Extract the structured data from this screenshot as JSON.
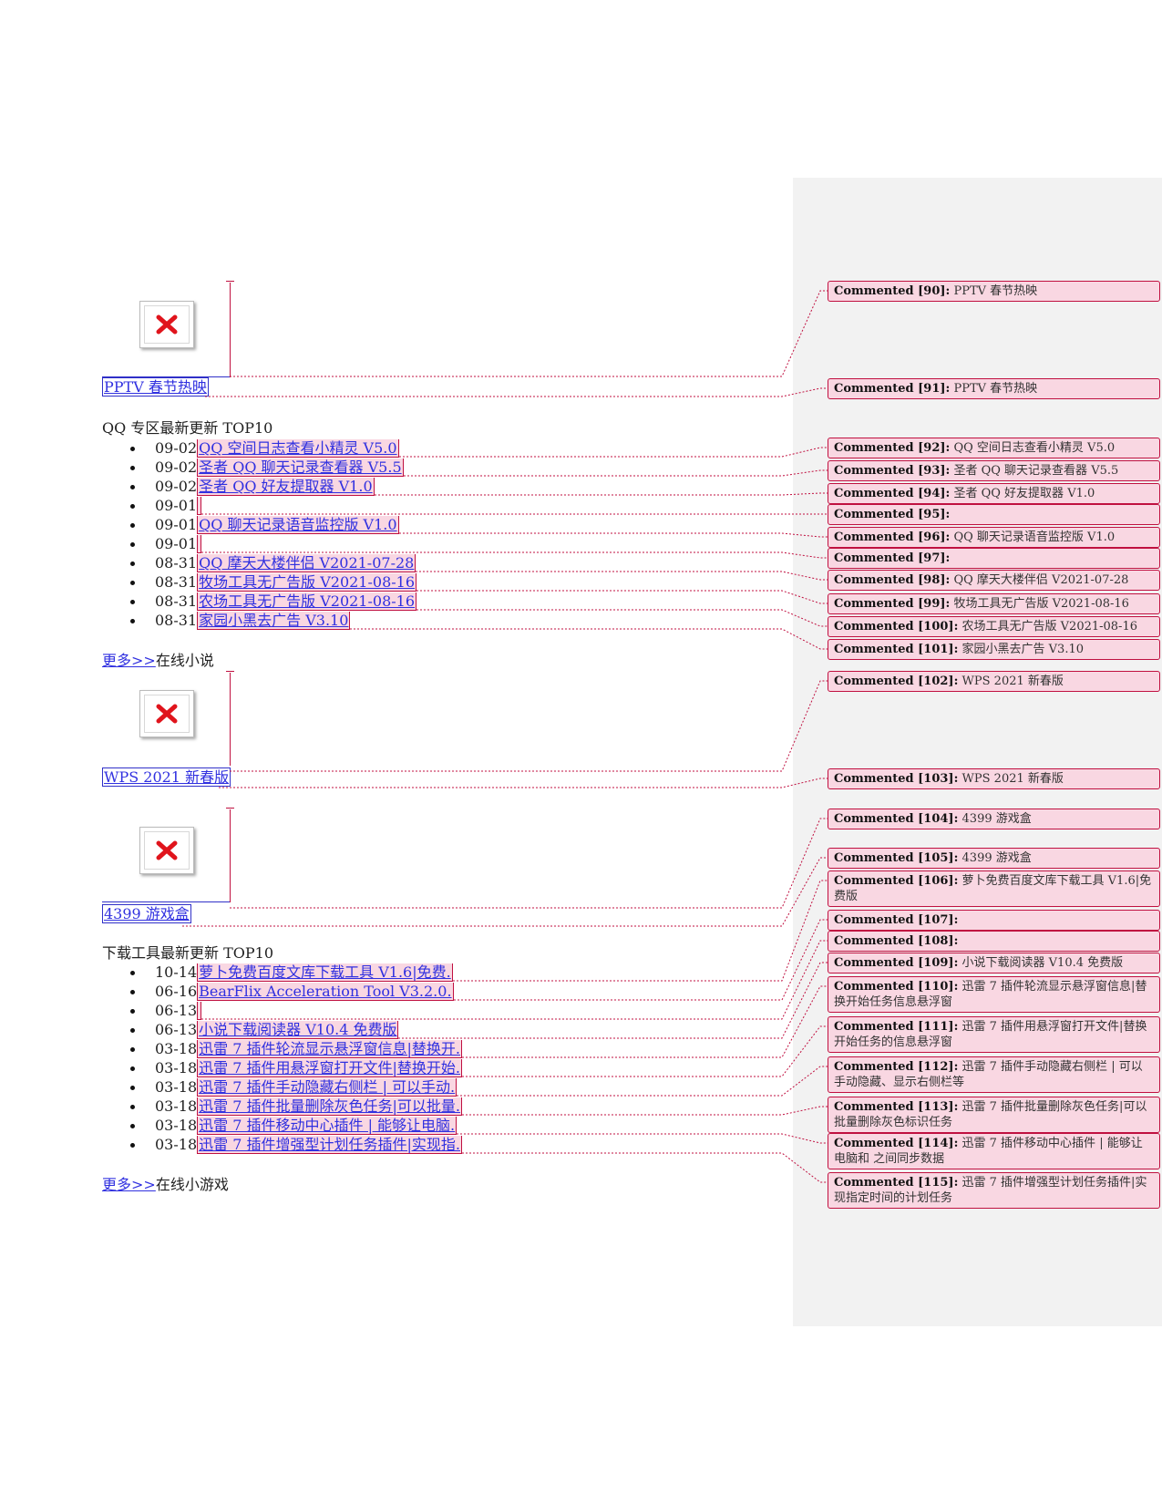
{
  "sections": {
    "pptv_link": "PPTV 春节热映",
    "qq_heading": "QQ 专区最新更新 TOP10",
    "qq_items": [
      {
        "date": "09-02",
        "title": "QQ 空间日志查看小精灵  V5.0"
      },
      {
        "date": "09-02",
        "title": "圣者 QQ 聊天记录查看器  V5.5"
      },
      {
        "date": "09-02",
        "title": "圣者 QQ 好友提取器  V1.0"
      },
      {
        "date": "09-01",
        "title": ""
      },
      {
        "date": "09-01",
        "title": "QQ 聊天记录语音监控版  V1.0"
      },
      {
        "date": "09-01",
        "title": ""
      },
      {
        "date": "08-31",
        "title": "QQ 摩天大楼伴侣  V2021-07-28"
      },
      {
        "date": "08-31",
        "title": "牧场工具无广告版  V2021-08-16"
      },
      {
        "date": "08-31",
        "title": "农场工具无广告版  V2021-08-16"
      },
      {
        "date": "08-31",
        "title": "家园小黑去广告  V3.10"
      }
    ],
    "more1_link": "更多>>",
    "more1_after": "在线小说",
    "wps_link": "WPS 2021 新春版",
    "game_link": "4399 游戏盒",
    "dl_heading": "下载工具最新更新 TOP10",
    "dl_items": [
      {
        "date": "10-14",
        "title": "萝卜免费百度文库下载工具  V1.6|免费."
      },
      {
        "date": "06-16",
        "title": "BearFlix Acceleration Tool V3.2.0."
      },
      {
        "date": "06-13",
        "title": ""
      },
      {
        "date": "06-13",
        "title": "小说下载阅读器  V10.4  免费版"
      },
      {
        "date": "03-18",
        "title": "迅雷 7 插件轮流显示悬浮窗信息|替换开."
      },
      {
        "date": "03-18",
        "title": "迅雷 7 插件用悬浮窗打开文件|替换开始."
      },
      {
        "date": "03-18",
        "title": "迅雷 7 插件手动隐藏右侧栏 | 可以手动."
      },
      {
        "date": "03-18",
        "title": "迅雷 7 插件批量删除灰色任务|可以批量."
      },
      {
        "date": "03-18",
        "title": "迅雷 7 插件移动中心插件 | 能够让电脑."
      },
      {
        "date": "03-18",
        "title": "迅雷 7 插件增强型计划任务插件|实现指."
      }
    ],
    "more2_link": "更多>>",
    "more2_after": "在线小游戏"
  },
  "comments": [
    {
      "label": "Commented [90]:",
      "text": "PPTV 春节热映"
    },
    {
      "label": "Commented [91]:",
      "text": "PPTV 春节热映"
    },
    {
      "label": "Commented [92]:",
      "text": "QQ 空间日志查看小精灵  V5.0"
    },
    {
      "label": "Commented [93]:",
      "text": "圣者 QQ 聊天记录查看器  V5.5"
    },
    {
      "label": "Commented [94]:",
      "text": "圣者 QQ 好友提取器  V1.0"
    },
    {
      "label": "Commented [95]:",
      "text": ""
    },
    {
      "label": "Commented [96]:",
      "text": "QQ 聊天记录语音监控版  V1.0"
    },
    {
      "label": "Commented [97]:",
      "text": ""
    },
    {
      "label": "Commented [98]:",
      "text": "QQ 摩天大楼伴侣  V2021-07-28"
    },
    {
      "label": "Commented [99]:",
      "text": "牧场工具无广告版  V2021-08-16"
    },
    {
      "label": "Commented [100]:",
      "text": "农场工具无广告版  V2021-08-16"
    },
    {
      "label": "Commented [101]:",
      "text": "家园小黑去广告  V3.10"
    },
    {
      "label": "Commented [102]:",
      "text": "WPS 2021 新春版"
    },
    {
      "label": "Commented [103]:",
      "text": "WPS 2021 新春版"
    },
    {
      "label": "Commented [104]:",
      "text": "4399 游戏盒"
    },
    {
      "label": "Commented [105]:",
      "text": "4399 游戏盒"
    },
    {
      "label": "Commented [106]:",
      "text": "萝卜免费百度文库下载工具  V1.6|免费版"
    },
    {
      "label": "Commented [107]:",
      "text": ""
    },
    {
      "label": "Commented [108]:",
      "text": ""
    },
    {
      "label": "Commented [109]:",
      "text": "小说下载阅读器  V10.4  免费版"
    },
    {
      "label": "Commented [110]:",
      "text": "迅雷 7 插件轮流显示悬浮窗信息|替换开始任务信息悬浮窗"
    },
    {
      "label": "Commented [111]:",
      "text": "迅雷 7 插件用悬浮窗打开文件|替换开始任务的信息悬浮窗"
    },
    {
      "label": "Commented [112]:",
      "text": "迅雷 7 插件手动隐藏右侧栏 | 可以手动隐藏、显示右侧栏等"
    },
    {
      "label": "Commented [113]:",
      "text": "迅雷 7 插件批量删除灰色任务|可以批量删除灰色标识任务"
    },
    {
      "label": "Commented [114]:",
      "text": "迅雷 7 插件移动中心插件 | 能够让电脑和    之间同步数据"
    },
    {
      "label": "Commented [115]:",
      "text": "迅雷 7 插件增强型计划任务插件|实现指定时间的计划任务"
    }
  ],
  "icons": {
    "image_placeholder": "broken-image-icon"
  },
  "colors": {
    "comment_fill": "#f9d7e2",
    "comment_border": "#c01040",
    "link": "#3030e0",
    "markup_pane": "#f2f2f2"
  }
}
